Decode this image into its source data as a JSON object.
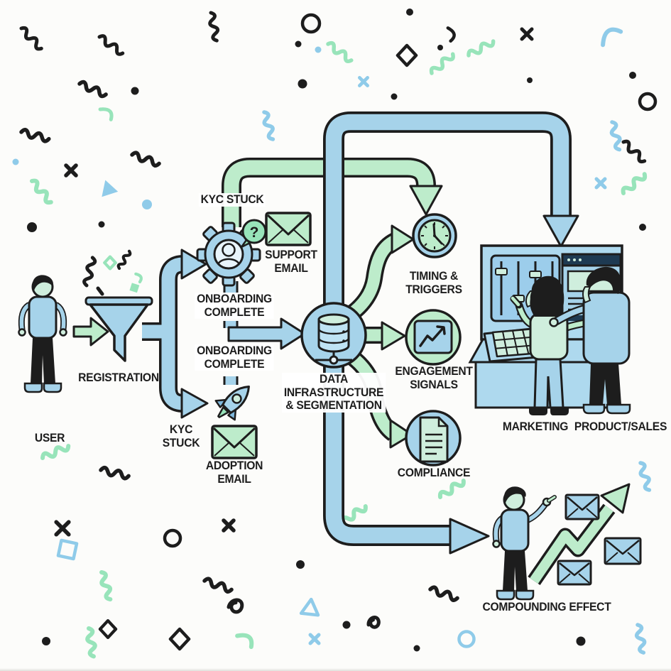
{
  "diagram": {
    "labels": {
      "user": "USER",
      "registration": "REGISTRATION",
      "kyc_stuck_top": "KYC STUCK",
      "support_email_line1": "SUPPORT",
      "support_email_line2": "EMAIL",
      "onboarding_a_line1": "ONBOARDING",
      "onboarding_a_line2": "COMPLETE",
      "onboarding_b_line1": "ONBOARDING",
      "onboarding_b_line2": "COMPLETE",
      "kyc_stuck_bottom_line1": "KYC",
      "kyc_stuck_bottom_line2": "STUCK",
      "adoption_email_line1": "ADOPTION",
      "adoption_email_line2": "EMAIL",
      "data_infra_line1": "DATA",
      "data_infra_line2": "INFRASTRUCTURE",
      "data_infra_line3": "& SEGMENTATION",
      "timing_line1": "TIMING &",
      "timing_line2": "TRIGGERS",
      "engagement_line1": "ENGAGEMENT",
      "engagement_line2": "SIGNALS",
      "compliance": "COMPLIANCE",
      "marketing": "MARKETING",
      "product_sales": "PRODUCT/SALES",
      "compounding_effect": "COMPOUNDING EFFECT"
    },
    "icons": {
      "question_glyph": "?"
    },
    "colors": {
      "blue_fill": "#a6d3ea",
      "green_fill": "#bdeccb",
      "deco_green": "#98e4ba",
      "deco_blue": "#8fcbe9",
      "outline": "#1d1d1d",
      "navy": "#1e3a52",
      "background": "#fcfcfa"
    }
  }
}
